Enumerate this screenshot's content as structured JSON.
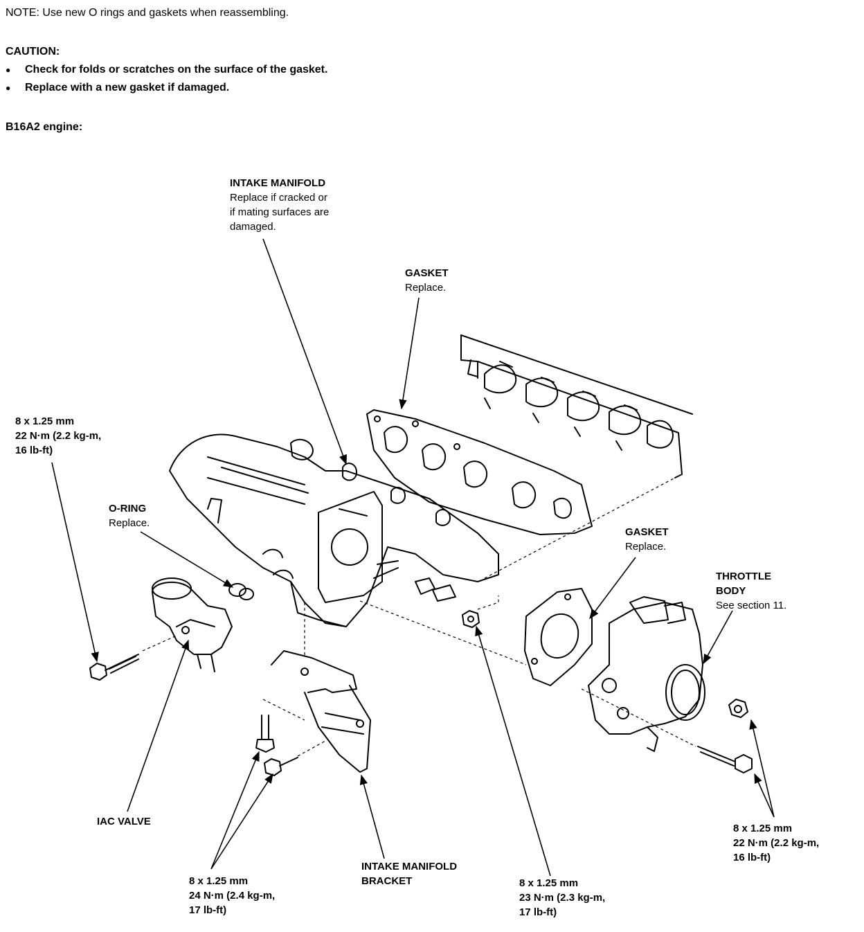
{
  "header": {
    "note": "NOTE:  Use new O rings and gaskets when reassembling.",
    "caution_title": "CAUTION:",
    "caution_items": [
      "Check for folds or scratches on the surface of the gasket.",
      "Replace with a new gasket if damaged."
    ],
    "engine": "B16A2 engine:"
  },
  "labels": {
    "intake_manifold": {
      "title": "INTAKE MANIFOLD",
      "lines": [
        "Replace if cracked or",
        "if mating surfaces are",
        "damaged."
      ]
    },
    "gasket_upper": {
      "title": "GASKET",
      "sub": "Replace."
    },
    "gasket_lower": {
      "title": "GASKET",
      "sub": "Replace."
    },
    "o_ring": {
      "title": "O-RING",
      "sub": "Replace."
    },
    "throttle_body": {
      "title1": "THROTTLE",
      "title2": "BODY",
      "sub": "See section 11."
    },
    "iac_valve": {
      "title": "IAC VALVE"
    },
    "bracket": {
      "line1": "INTAKE MANIFOLD",
      "line2": "BRACKET"
    },
    "torque_left": {
      "l1": "8 x 1.25 mm",
      "l2": "22 N·m (2.2 kg-m,",
      "l3": "16 lb-ft)"
    },
    "torque_bracket": {
      "l1": "8 x 1.25 mm",
      "l2": "24 N·m (2.4 kg-m,",
      "l3": "17 lb-ft)"
    },
    "torque_nut": {
      "l1": "8 x 1.25 mm",
      "l2": "23 N·m (2.3 kg-m,",
      "l3": "17 lb-ft)"
    },
    "torque_right": {
      "l1": "8 x 1.25 mm",
      "l2": "22 N·m (2.2 kg-m,",
      "l3": "16 lb-ft)"
    }
  }
}
